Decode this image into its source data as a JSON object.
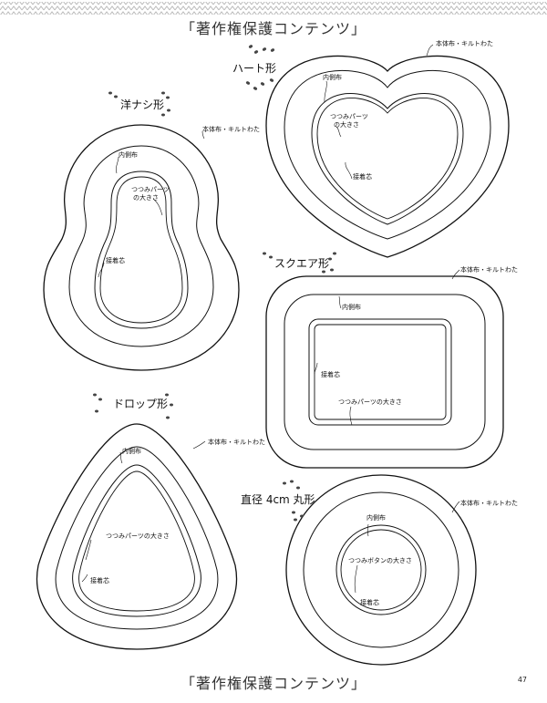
{
  "header_text": "「著作権保護コンテンツ」",
  "footer_text": "「著作権保護コンテンツ」",
  "page_number": "47",
  "shapes": {
    "heart": {
      "title": "ハート形",
      "outer_label": "本体布・キルトわた",
      "inner_label": "内側布",
      "parts_label_1": "つつみパーツ",
      "parts_label_2": "の大きさ",
      "core_label": "接着芯"
    },
    "pear": {
      "title": "洋ナシ形",
      "outer_label": "本体布・キルトわた",
      "inner_label": "内側布",
      "parts_label_1": "つつみパーツ",
      "parts_label_2": "の大きさ",
      "core_label": "接着芯"
    },
    "square": {
      "title": "スクエア形",
      "outer_label": "本体布・キルトわた",
      "inner_label": "内側布",
      "core_label": "接着芯",
      "parts_label": "つつみパーツの大きさ"
    },
    "drop": {
      "title": "ドロップ形",
      "outer_label": "本体布・キルトわた",
      "inner_label": "内側布",
      "parts_label": "つつみパーツの大きさ",
      "core_label": "接着芯"
    },
    "circle": {
      "title": "直径 4cm 丸形",
      "outer_label": "本体布・キルトわた",
      "inner_label": "内側布",
      "parts_label": "つつみボタンの大きさ",
      "core_label": "接着芯"
    }
  }
}
